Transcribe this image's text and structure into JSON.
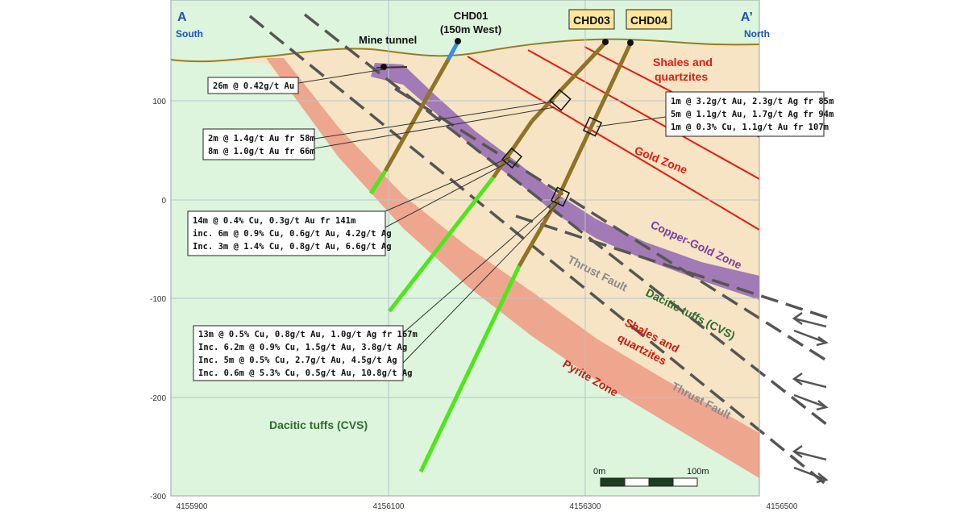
{
  "section": {
    "start_label": "A",
    "start_direction": "South",
    "end_label": "A’",
    "end_direction": "North"
  },
  "y_axis": {
    "ticks": [
      {
        "value": 100,
        "label": "100"
      },
      {
        "value": 0,
        "label": "0"
      },
      {
        "value": -100,
        "label": "-100"
      },
      {
        "value": -200,
        "label": "-200"
      },
      {
        "value": -300,
        "label": "-300"
      }
    ]
  },
  "x_axis": {
    "ticks": [
      {
        "value": 4155900,
        "label": "4155900"
      },
      {
        "value": 4156100,
        "label": "4156100"
      },
      {
        "value": 4156300,
        "label": "4156300"
      },
      {
        "value": 4156500,
        "label": "4156500"
      }
    ]
  },
  "drillholes": [
    {
      "id": "chd01",
      "name": "CHD01",
      "subtitle": "(150m West)",
      "boxed": false
    },
    {
      "id": "chd03",
      "name": "CHD03",
      "boxed": true
    },
    {
      "id": "chd04",
      "name": "CHD04",
      "boxed": true
    }
  ],
  "features": {
    "mine_tunnel": "Mine tunnel"
  },
  "zones": {
    "shales_top_1": "Shales and",
    "shales_top_2": "quartzites",
    "gold_zone": "Gold Zone",
    "copper_gold_zone": "Copper-Gold Zone",
    "thrust_fault_upper": "Thrust Fault",
    "dacitic_upper": "Dacitic tuffs (CVS)",
    "shales_mid_1": "Shales and",
    "shales_mid_2": "quartzites",
    "thrust_fault_lower": "Thrust Fault",
    "pyrite_zone": "Pyrite Zone",
    "dacitic_lower": "Dacitic tuffs (CVS)"
  },
  "intercepts": {
    "tunnel": [
      "26m @ 0.42g/t Au"
    ],
    "chd01_upper": [
      "2m @ 1.4g/t Au fr 58m",
      "8m @ 1.0g/t Au fr 66m"
    ],
    "chd04_upper": [
      "1m @ 3.2g/t Au, 2.3g/t Ag fr 85m",
      "5m @ 1.1g/t Au, 1.7g/t Ag fr 94m",
      "1m @ 0.3% Cu, 1.1g/t Au fr 107m"
    ],
    "chd03_mid": [
      "14m @ 0.4% Cu, 0.3g/t Au fr 141m",
      "inc. 6m @ 0.9% Cu, 0.6g/t Au, 4.2g/t Ag",
      "Inc. 3m @ 1.4% Cu, 0.8g/t Au, 6.6g/t Ag"
    ],
    "chd04_deep": [
      "13m @ 0.5% Cu, 0.8g/t Au, 1.0g/t Ag fr 167m",
      "Inc. 6.2m @ 0.9% Cu, 1.5g/t Au, 3.8g/t Ag",
      "Inc. 5m @ 0.5% Cu, 2.7g/t Au, 4.5g/t Ag",
      "Inc. 0.6m @ 5.3% Cu, 0.5g/t Au, 10.8g/t Ag"
    ]
  },
  "scale_bar": {
    "start_label": "0m",
    "end_label": "100m"
  },
  "colors": {
    "dacitic_tuffs": "#dcf5dc",
    "shales": "#f6e4c4",
    "pyrite_zone": "#eea68e",
    "copper_gold_zone": "#a27ab5",
    "gold_lines": "#e31b10",
    "drill_trace": "#8f7326",
    "drill_mineralised": "#4fe61b",
    "collar_box": "#fce59c",
    "section_label": "#1f4fbf"
  }
}
